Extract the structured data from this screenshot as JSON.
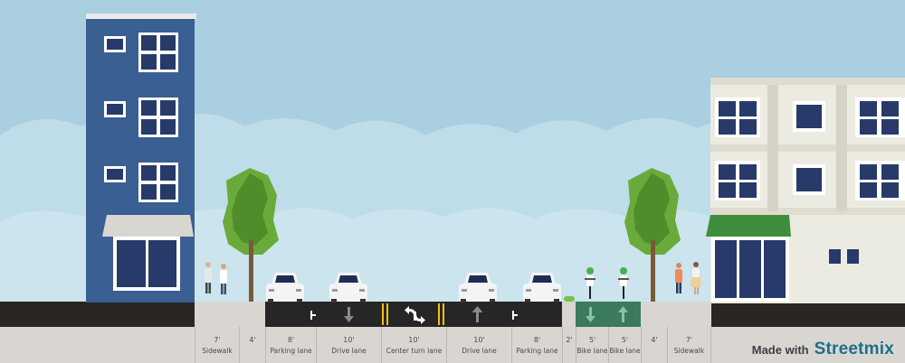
{
  "segments": [
    {
      "width": "7'",
      "name": "Sidewalk"
    },
    {
      "width": "4'",
      "name": ""
    },
    {
      "width": "8'",
      "name": "Parking lane"
    },
    {
      "width": "10'",
      "name": "Drive lane"
    },
    {
      "width": "10'",
      "name": "Center turn lane"
    },
    {
      "width": "10'",
      "name": "Drive lane"
    },
    {
      "width": "8'",
      "name": "Parking lane"
    },
    {
      "width": "2'",
      "name": ""
    },
    {
      "width": "5'",
      "name": "Bike lane"
    },
    {
      "width": "5'",
      "name": "Bike lane"
    },
    {
      "width": "4'",
      "name": ""
    },
    {
      "width": "7'",
      "name": "Sidewalk"
    }
  ],
  "branding": {
    "made_with": "Made with",
    "logo_text": "Streetmix"
  },
  "colors": {
    "sky": "#a9cfe0",
    "cloud": "#bfdde9",
    "road": "#2a2a2a",
    "bike_lane": "#3b7a5c",
    "building_left": "#3a5f92",
    "building_right": "#ecebe2",
    "tree": "#6aaa3a",
    "lane_marking": "#f2c21a"
  },
  "icons": [
    "down-arrow-icon",
    "up-arrow-icon",
    "turn-arrows-icon",
    "car-icon",
    "cyclist-icon",
    "pedestrian-icon",
    "tree-icon"
  ]
}
